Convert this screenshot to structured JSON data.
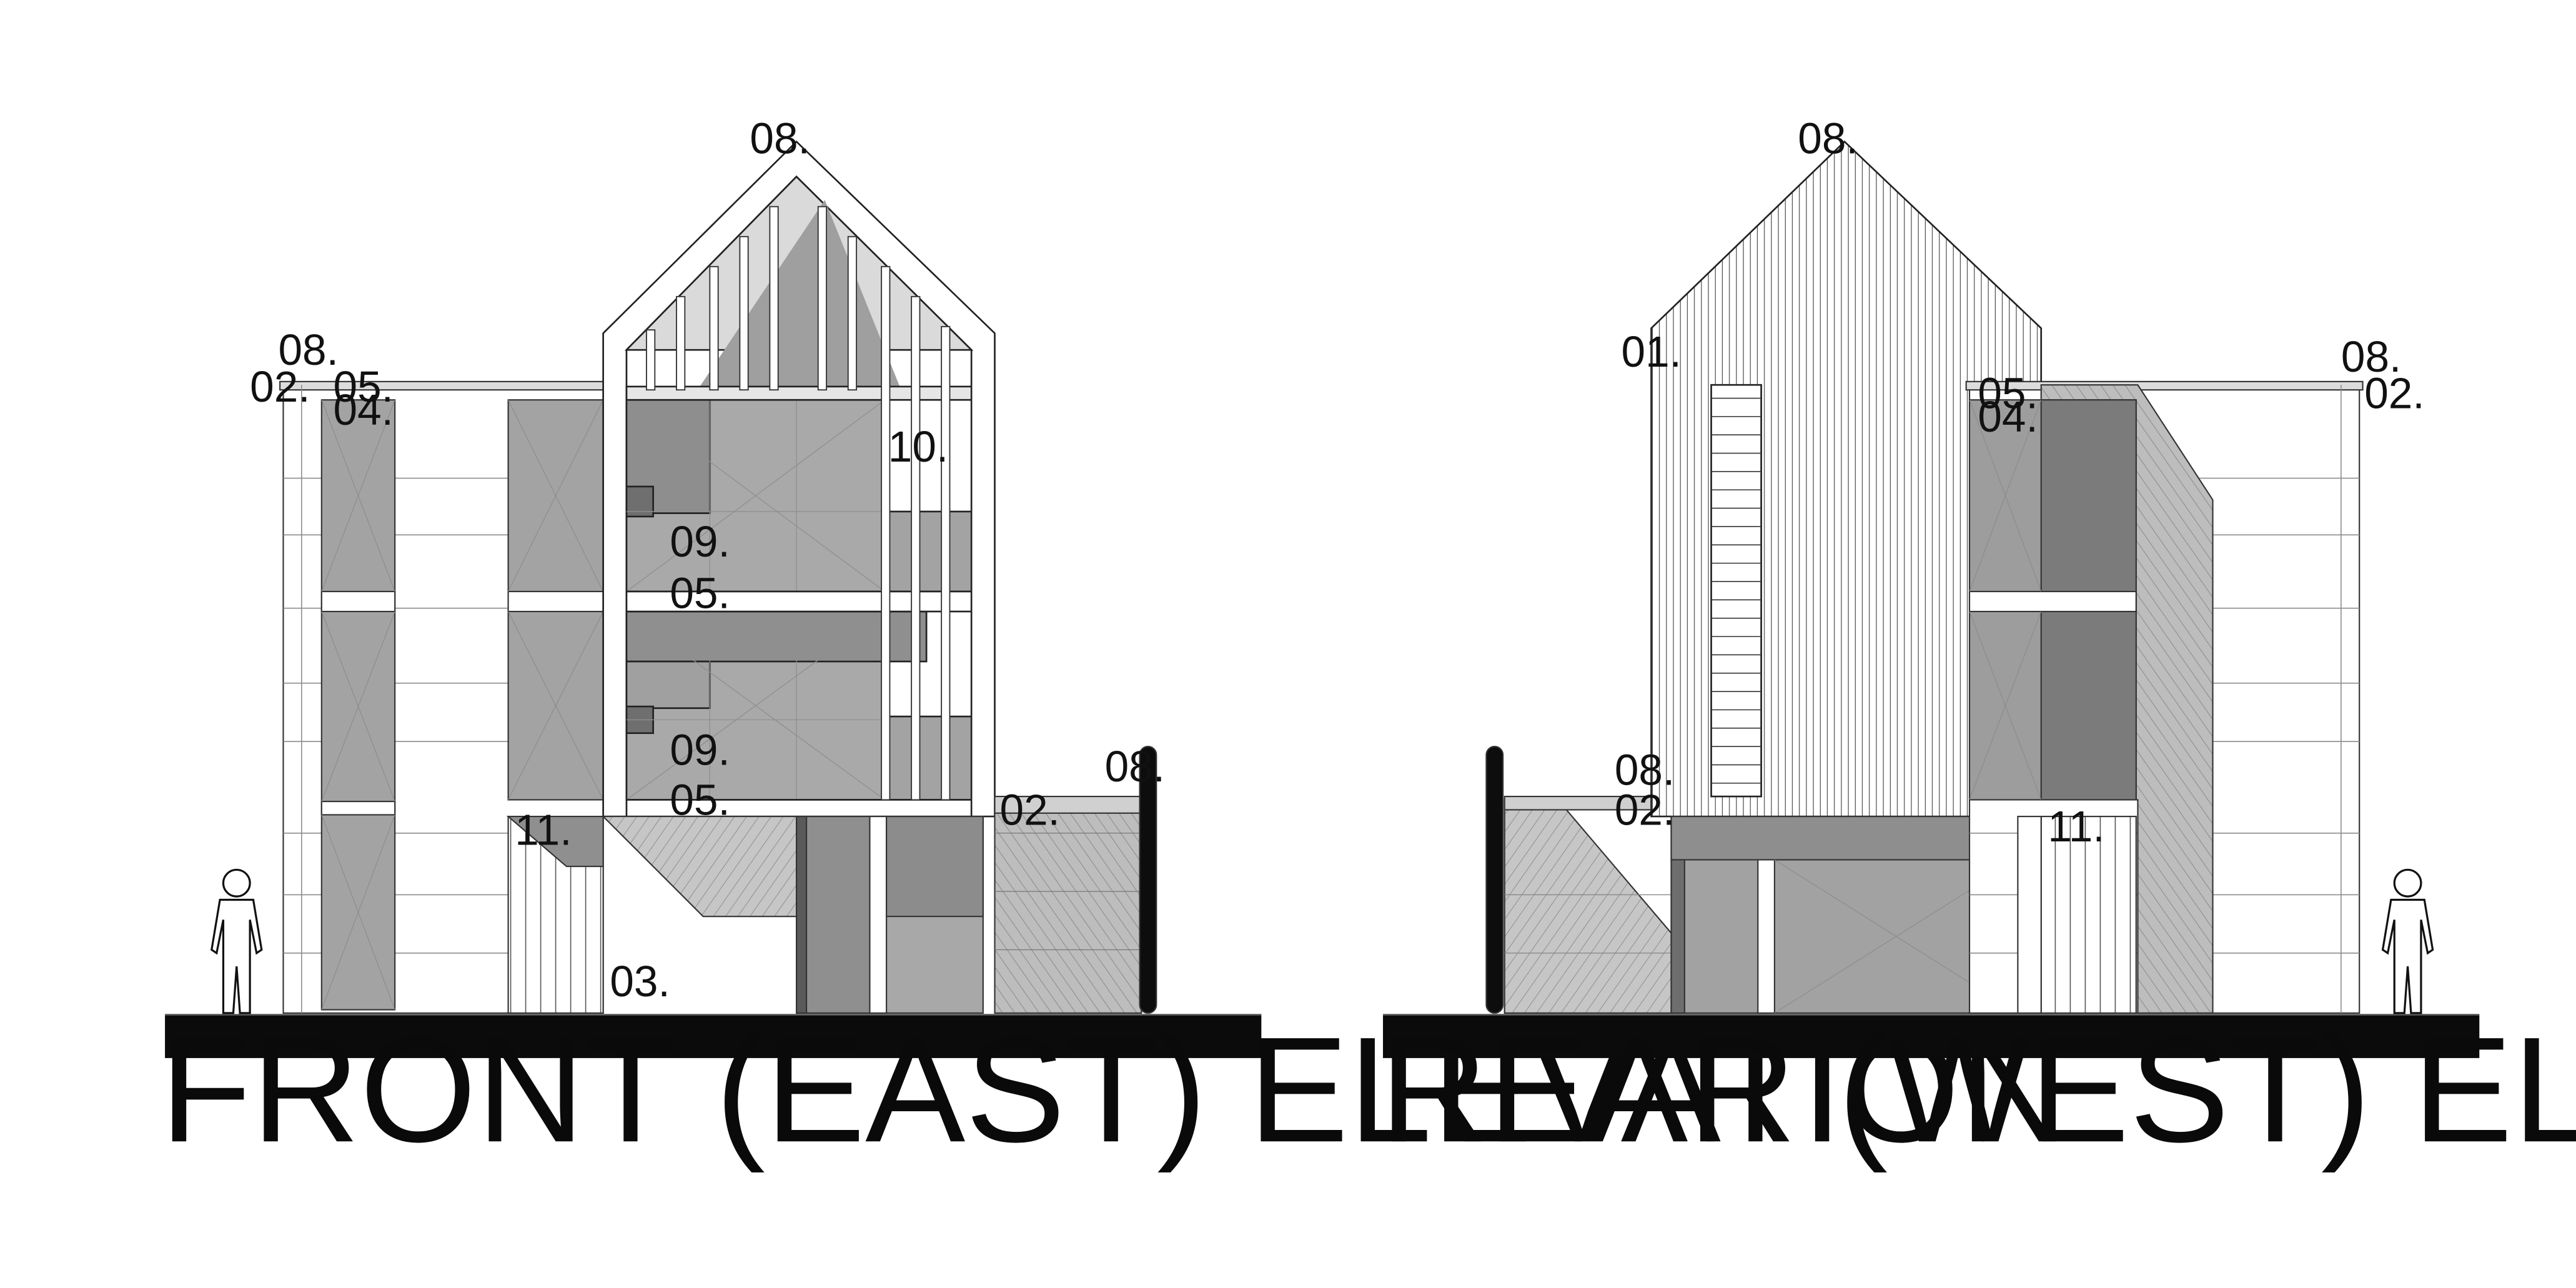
{
  "front": {
    "title": "FRONT (EAST) ELEVATION",
    "tags": {
      "t08_gable": "08.",
      "t08_left": "08.",
      "t02_left": "02.",
      "t05_top": "05.",
      "t04": "04.",
      "t10": "10.",
      "t09_upper": "09.",
      "t05_mid": "05.",
      "t09_lower": "09.",
      "t05_low": "05.",
      "t08_post": "08.",
      "t02_right": "02.",
      "t11": "11.",
      "t03": "03."
    }
  },
  "rear": {
    "title": "REAR (WEST) ELEVATION",
    "tags": {
      "t08_gable": "08.",
      "t01": "01.",
      "t05": "05.",
      "t04": "04.",
      "t08_right": "08.",
      "t02_right": "02.",
      "t08_post": "08.",
      "t02_left": "02.",
      "t11": "11."
    }
  }
}
